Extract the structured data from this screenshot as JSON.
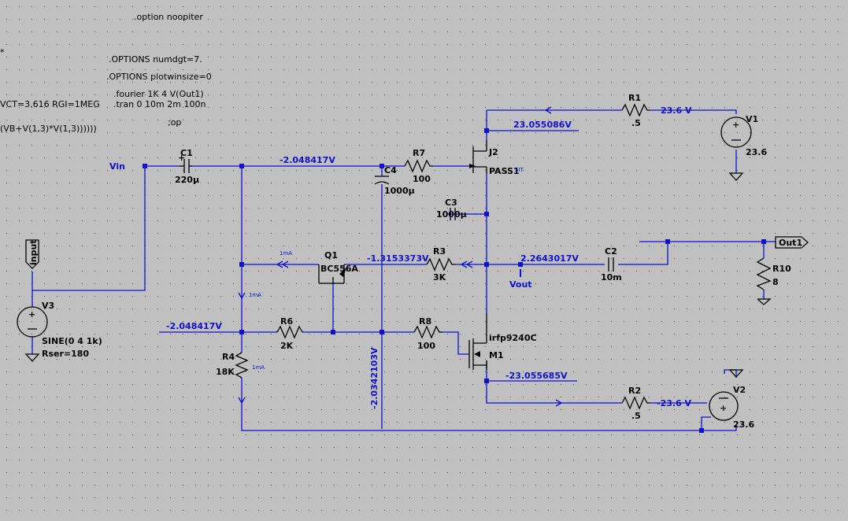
{
  "directives": [
    ".option noopiter",
    "*",
    ".OPTIONS numdgt=7.",
    ".OPTIONS plotwinsize=0",
    "VCT=3.616 RGI=1MEG",
    ".fourier 1K 4 V(Out1)",
    ".tran 0 10m 2m 100n",
    "(VB+V(1,3)*V(1,3))))))",
    ";op"
  ],
  "components": {
    "C1": {
      "name": "C1",
      "value": "220µ"
    },
    "C2": {
      "name": "C2",
      "value": "10m"
    },
    "C3": {
      "name": "C3",
      "value": "1000µ"
    },
    "C4": {
      "name": "C4",
      "value": "1000µ"
    },
    "R1": {
      "name": "R1",
      "value": ".5"
    },
    "R2": {
      "name": "R2",
      "value": ".5"
    },
    "R3": {
      "name": "R3",
      "value": "3K"
    },
    "R4": {
      "name": "R4",
      "value": "18K"
    },
    "R6": {
      "name": "R6",
      "value": "2K"
    },
    "R7": {
      "name": "R7",
      "value": "100"
    },
    "R8": {
      "name": "R8",
      "value": "100"
    },
    "R10": {
      "name": "R10",
      "value": "8"
    },
    "Q1": {
      "name": "Q1",
      "value": "BC556A"
    },
    "J2": {
      "name": "J2",
      "value": "PASS1"
    },
    "J2_suffix": "SIT",
    "M1": {
      "name": "M1",
      "value": "irfp9240C"
    },
    "V1": {
      "name": "V1",
      "value": "23.6"
    },
    "V2": {
      "name": "V2",
      "value": "23.6"
    },
    "V3": {
      "name": "V3",
      "value": "SINE(0 4 1k)",
      "extra": "Rser=180"
    }
  },
  "nets": {
    "vin": "Vin",
    "vout": "Vout",
    "out1": "Out1",
    "input": "input"
  },
  "annotations": {
    "v_c1_node": "-2.048417V",
    "v_r6_node": "-2.048417V",
    "v_q1_node": "-1.3153373V",
    "v_vout": "2.2643017V",
    "v_j2_drain": "23.055086V",
    "v_m1_drain": "-23.055685V",
    "v_r1": "23.6 V",
    "v_r2": "-23.6 V",
    "v_vertical": "-2.0342103V",
    "current_1ma": "1mA"
  },
  "colors": {
    "background": "#c0c0c0",
    "wire": "#1010d0",
    "component": "#000000"
  }
}
